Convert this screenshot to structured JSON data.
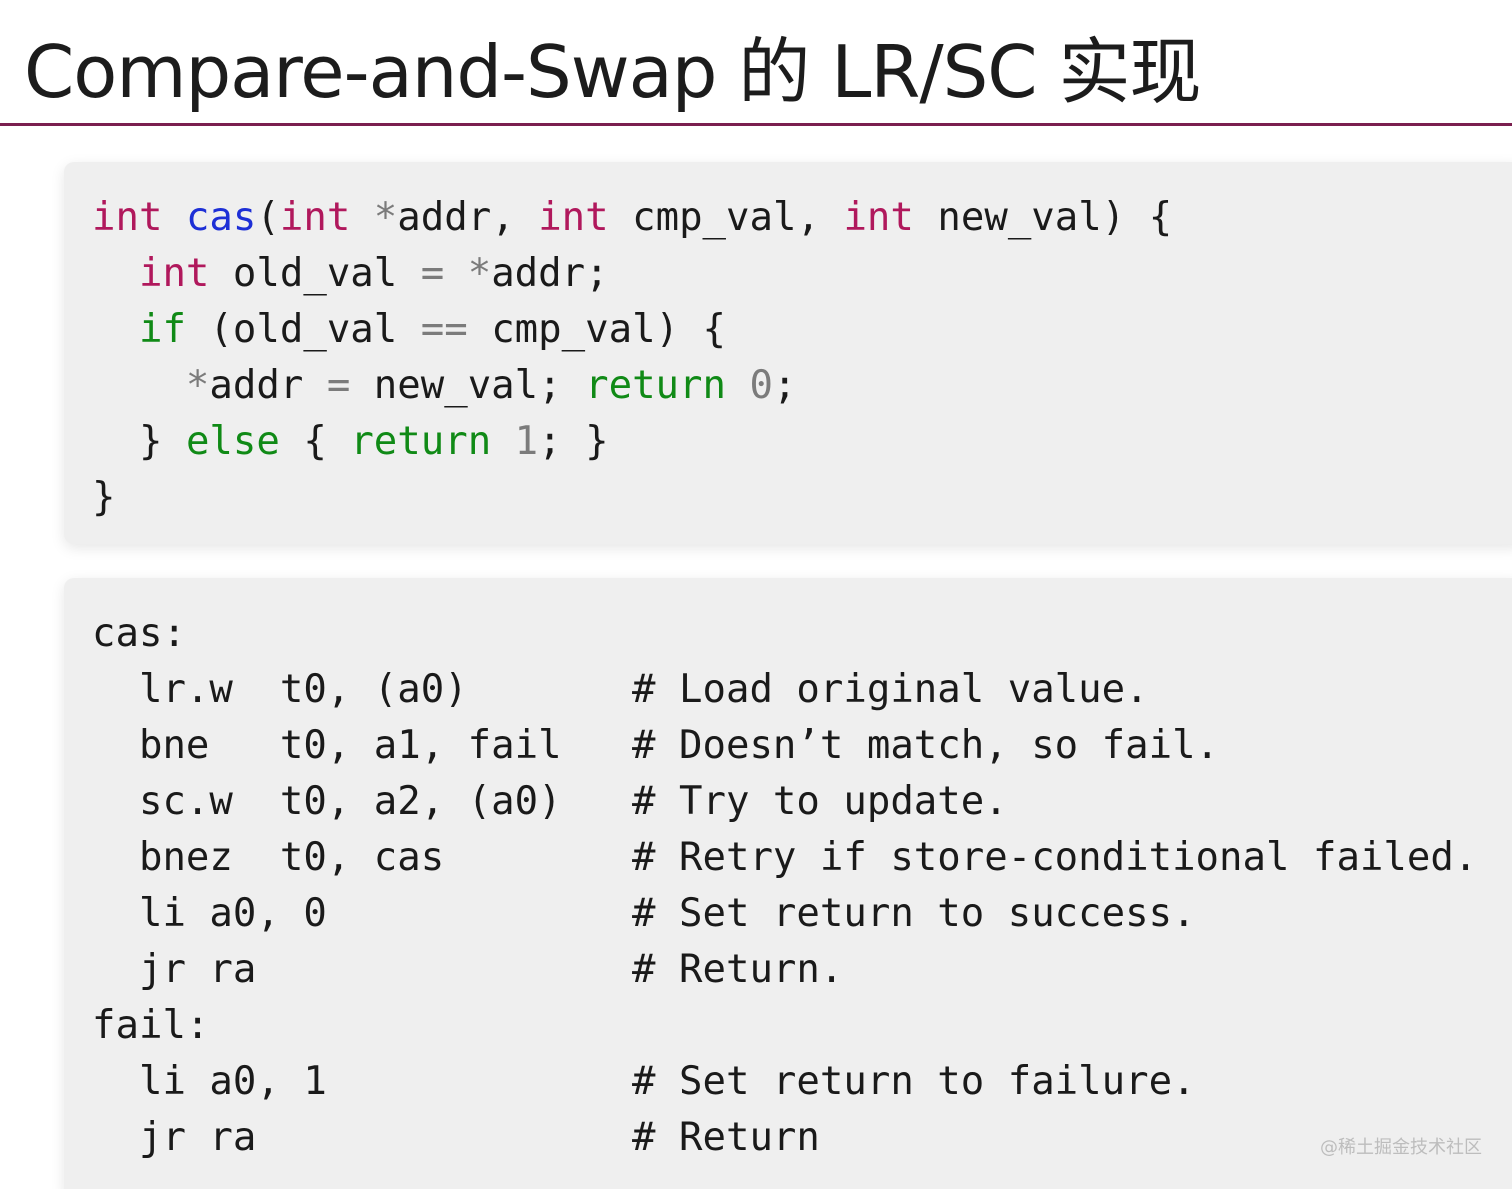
{
  "title": "Compare-and-Swap 的 LR/SC 实现",
  "c_code": {
    "line1": {
      "kw1": "int",
      "fn": "cas",
      "p1": "(",
      "kw2": "int",
      "op1": " *",
      "p2": "addr, ",
      "kw3": "int",
      "p3": " cmp_val, ",
      "kw4": "int",
      "p4": " new_val) {"
    },
    "line2": {
      "kw": "int",
      "p1": " old_val ",
      "op": "=",
      "op2": " *",
      "p2": "addr;"
    },
    "line3": {
      "kw": "if",
      "p1": " (old_val ",
      "op": "==",
      "p2": " cmp_val) {"
    },
    "line4": {
      "op": "*",
      "p1": "addr ",
      "op2": "=",
      "p2": " new_val; ",
      "kw": "return",
      "num": " 0",
      "p3": ";"
    },
    "line5": {
      "p1": "} ",
      "kw1": "else",
      "p2": " { ",
      "kw2": "return",
      "num": " 1",
      "p3": "; }"
    },
    "line6": "}"
  },
  "asm_code": {
    "lines": [
      "cas:",
      "  lr.w  t0, (a0)       # Load original value.",
      "  bne   t0, a1, fail   # Doesn’t match, so fail.",
      "  sc.w  t0, a2, (a0)   # Try to update.",
      "  bnez  t0, cas        # Retry if store-conditional failed.",
      "  li a0, 0             # Set return to success.",
      "  jr ra                # Return.",
      "fail:",
      "  li a0, 1             # Set return to failure.",
      "  jr ra                # Return"
    ]
  },
  "watermark": "@稀土掘金技术社区",
  "colors": {
    "title_rule": "#7a1f4f",
    "type_keyword": "#b0185c",
    "flow_keyword": "#108a16",
    "function_name": "#1d2fd6",
    "operator": "#7b7b7b"
  }
}
